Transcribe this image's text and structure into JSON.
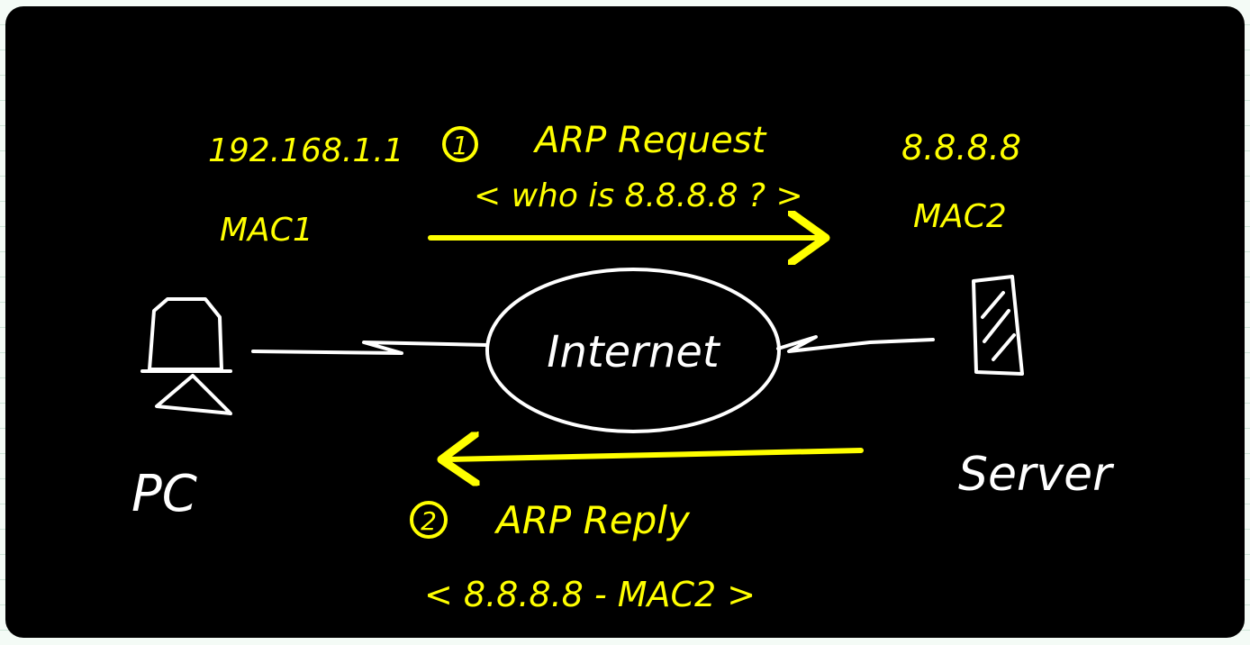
{
  "colors": {
    "board": "#000000",
    "ink_yellow": "#ffff00",
    "ink_white": "#ffffff"
  },
  "icons": {
    "pc": "desktop-computer-icon",
    "server": "server-tower-icon",
    "cloud": "internet-ellipse"
  },
  "pc": {
    "ip": "192.168.1.1",
    "mac": "MAC1",
    "label": "PC"
  },
  "server": {
    "ip": "8.8.8.8",
    "mac": "MAC2",
    "label": "Server"
  },
  "internet": {
    "label": "Internet"
  },
  "request": {
    "step": "1",
    "title": "ARP Request",
    "message": "< who is 8.8.8.8 ? >"
  },
  "reply": {
    "step": "2",
    "title": "ARP Reply",
    "message": "< 8.8.8.8 - MAC2 >"
  }
}
